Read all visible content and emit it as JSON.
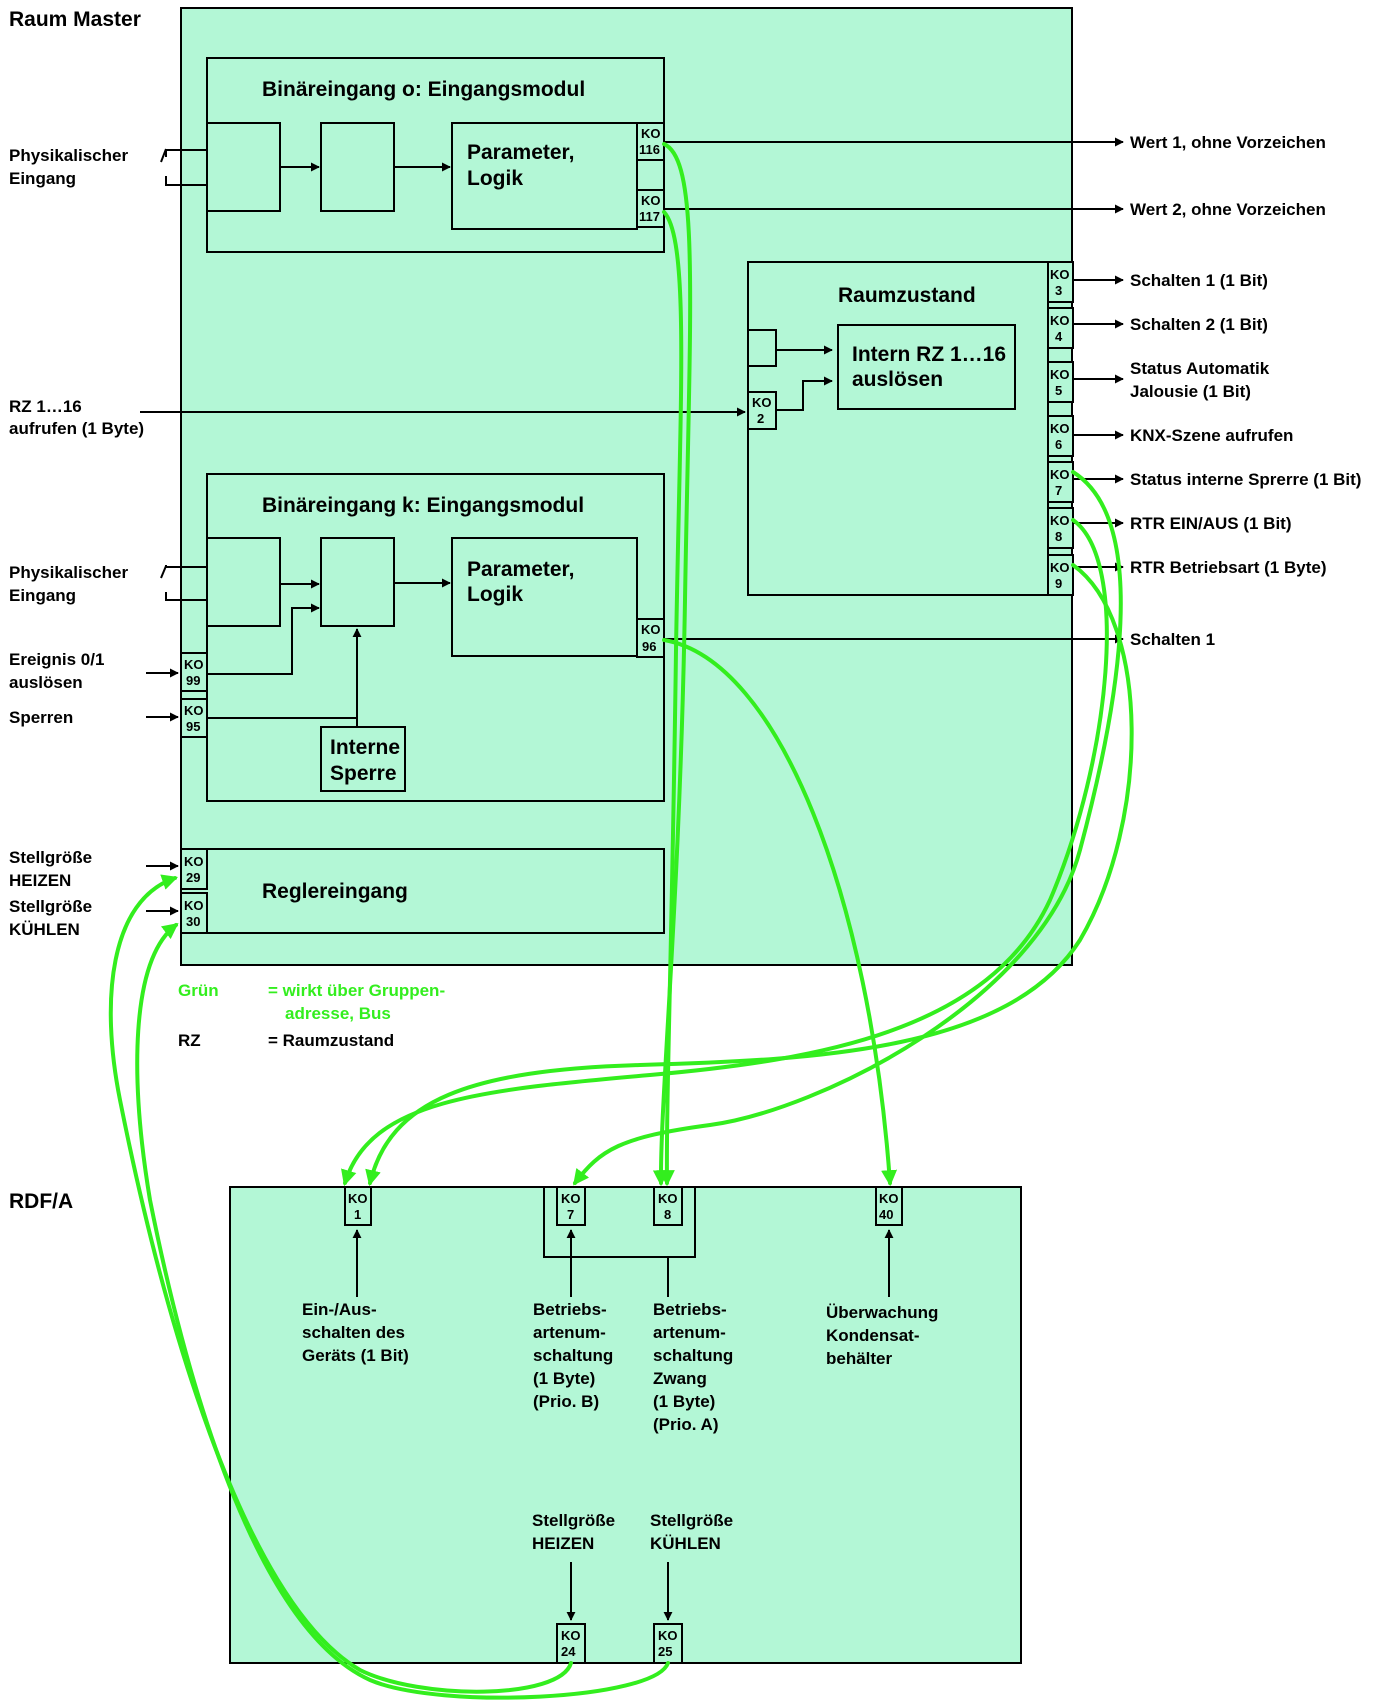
{
  "title_master": "Raum Master",
  "title_rdf": "RDF/A",
  "binary_0": {
    "title": "Binäreingang o: Eingangsmodul",
    "param": [
      "Parameter,",
      "Logik"
    ]
  },
  "binary_k": {
    "title": "Binäreingang k: Eingangsmodul",
    "param": [
      "Parameter,",
      "Logik"
    ],
    "sperre": [
      "Interne",
      "Sperre"
    ]
  },
  "raumzustand": {
    "title": "Raumzustand",
    "intern": [
      "Intern RZ 1…16",
      "auslösen"
    ]
  },
  "regler": {
    "title": "Reglereingang"
  },
  "left_labels": {
    "phys1": [
      "Physikalischer",
      "Eingang"
    ],
    "rz": [
      "RZ 1…16",
      "aufrufen (1 Byte)"
    ],
    "phys2": [
      "Physikalischer",
      "Eingang"
    ],
    "ereignis": [
      "Ereignis 0/1",
      "auslösen"
    ],
    "sperren": [
      "Sperren"
    ],
    "heizen": [
      "Stellgröße",
      "HEIZEN"
    ],
    "kuehlen": [
      "Stellgröße",
      "KÜHLEN"
    ]
  },
  "right_labels": {
    "wert1": "Wert 1, ohne Vorzeichen",
    "wert2": "Wert 2, ohne Vorzeichen",
    "schalten1bit": "Schalten 1 (1 Bit)",
    "schalten2bit": "Schalten 2 (1 Bit)",
    "status_auto": [
      "Status Automatik",
      "Jalousie (1 Bit)"
    ],
    "knx": "KNX-Szene aufrufen",
    "status_sperre": "Status interne Sprerre (1 Bit)",
    "rtr_ein": "RTR EIN/AUS (1 Bit)",
    "rtr_betrieb": "RTR Betriebsart (1 Byte)",
    "schalten1": "Schalten 1"
  },
  "legend": {
    "gruen_key": "Grün",
    "gruen_val": [
      "= wirkt über Gruppen-",
      "adresse, Bus"
    ],
    "rz_key": "RZ",
    "rz_val": "= Raumzustand"
  },
  "rdf_labels": {
    "ko1": [
      "Ein-/Aus-",
      "schalten des",
      "Geräts (1 Bit)"
    ],
    "ko7": [
      "Betriebs-",
      "artenum-",
      "schaltung",
      "(1 Byte)",
      "(Prio. B)"
    ],
    "ko8": [
      "Betriebs-",
      "artenum-",
      "schaltung",
      "Zwang",
      "(1 Byte)",
      "(Prio. A)"
    ],
    "ko40": [
      "Überwachung",
      "Kondensat-",
      "behälter"
    ],
    "heizen": [
      "Stellgröße",
      "HEIZEN"
    ],
    "kuehlen": [
      "Stellgröße",
      "KÜHLEN"
    ]
  },
  "ko": {
    "k116": [
      "KO",
      "116"
    ],
    "k117": [
      "KO",
      "117"
    ],
    "k3": [
      "KO",
      "3"
    ],
    "k4": [
      "KO",
      "4"
    ],
    "k5": [
      "KO",
      "5"
    ],
    "k6": [
      "KO",
      "6"
    ],
    "k7": [
      "KO",
      "7"
    ],
    "k8": [
      "KO",
      "8"
    ],
    "k9": [
      "KO",
      "9"
    ],
    "k2": [
      "KO",
      "2"
    ],
    "k96": [
      "KO",
      "96"
    ],
    "k99": [
      "KO",
      "99"
    ],
    "k95": [
      "KO",
      "95"
    ],
    "k29": [
      "KO",
      "29"
    ],
    "k30": [
      "KO",
      "30"
    ],
    "r1": [
      "KO",
      "1"
    ],
    "r7": [
      "KO",
      "7"
    ],
    "r8": [
      "KO",
      "8"
    ],
    "r40": [
      "KO",
      "40"
    ],
    "r24": [
      "KO",
      "24"
    ],
    "r25": [
      "KO",
      "25"
    ]
  },
  "colors": {
    "panel": "#b3f7d6",
    "bus": "#33ee1e",
    "line": "#000000"
  }
}
